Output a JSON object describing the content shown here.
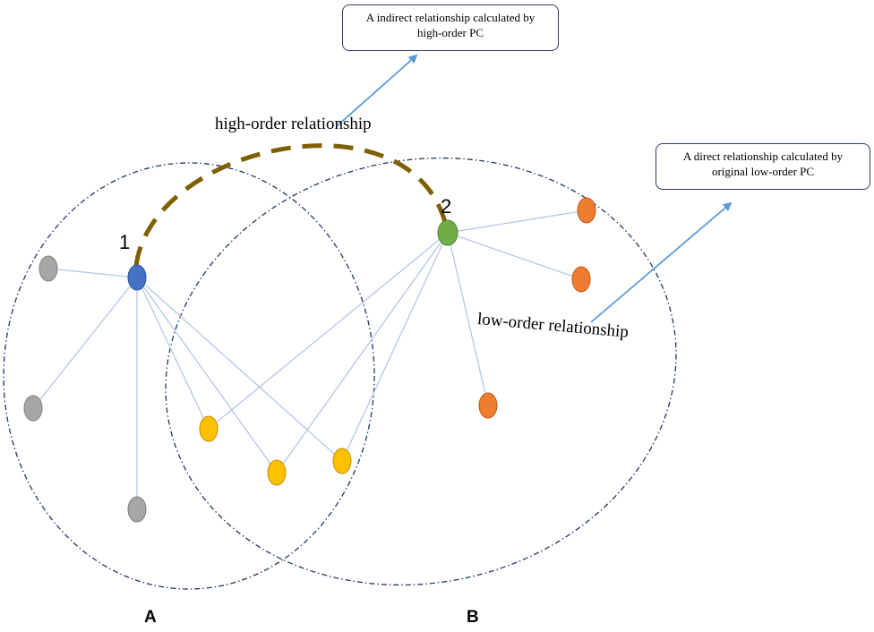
{
  "callouts": {
    "indirect": [
      "A indirect relationship calculated by",
      "high-order PC"
    ],
    "direct": [
      "A direct relationship calculated by",
      "original low-order PC"
    ]
  },
  "labels": {
    "high_order": "high-order relationship",
    "low_order": "low-order relationship",
    "node_1": "1",
    "node_2": "2",
    "group_a": "A",
    "group_b": "B"
  },
  "colors": {
    "gray_node": "#a6a6a6",
    "blue_node": "#4472c4",
    "green_node": "#70ad47",
    "yellow_node": "#ffc000",
    "orange_node": "#ed7d31",
    "edge": "#b4c7e7",
    "arc": "#7f6000",
    "group_border": "#203864",
    "arrow": "#5b9bd5"
  }
}
